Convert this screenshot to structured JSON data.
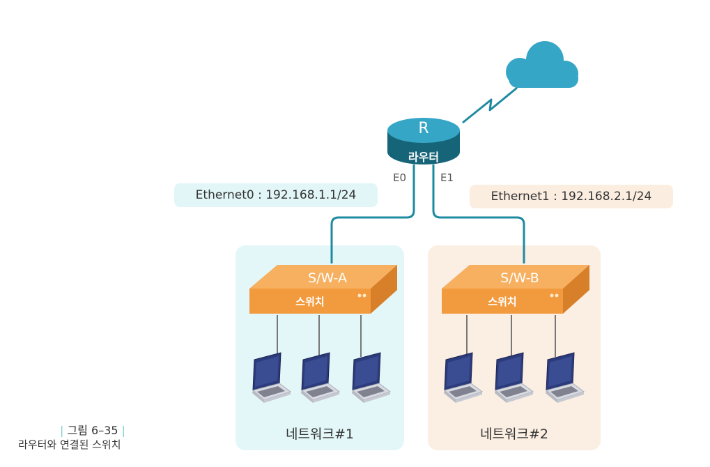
{
  "router": {
    "letter": "R",
    "name": "라우터",
    "port_left": "E0",
    "port_right": "E1"
  },
  "interfaces": [
    {
      "text": "Ethernet0 : 192.168.1.1/24",
      "bg": "#e2f6f8"
    },
    {
      "text": "Ethernet1 : 192.168.2.1/24",
      "bg": "#fbeee1"
    }
  ],
  "switches": [
    {
      "name": "S/W-A",
      "label": "스위치"
    },
    {
      "name": "S/W-B",
      "label": "스위치"
    }
  ],
  "networks": [
    {
      "label": "네트워크#1",
      "bg": "#e3f7f9"
    },
    {
      "label": "네트워크#2",
      "bg": "#fbeee3"
    }
  ],
  "figure": {
    "number": "그림 6–35",
    "caption": "라우터와 연결된 스위치"
  },
  "colors": {
    "teal": "#1e8aa0",
    "teal_dark": "#156478",
    "cloud": "#36a6c6",
    "switch": "#f29a3e",
    "switch_top": "#f7b060",
    "laptop": "#2c3b7c"
  },
  "icons": [
    "cloud-icon",
    "router-icon",
    "switch-icon",
    "laptop-icon"
  ]
}
